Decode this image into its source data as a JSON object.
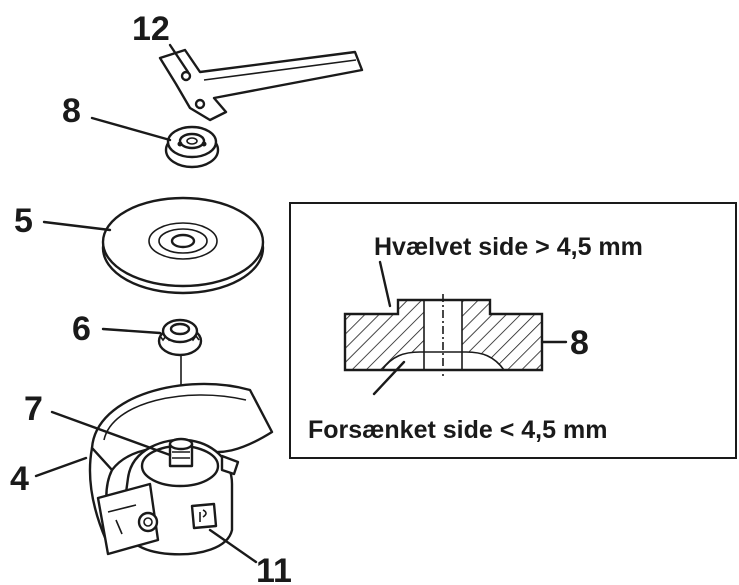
{
  "callouts": {
    "wrench": "12",
    "flange_nut": "8",
    "disc": "5",
    "inner_flange": "6",
    "spindle": "7",
    "guard": "4",
    "spindle_lock": "11",
    "detail_nut": "8"
  },
  "detail": {
    "raised_side": "Hvælvet side > 4,5 mm",
    "recessed_side": "Forsænket side < 4,5 mm"
  }
}
